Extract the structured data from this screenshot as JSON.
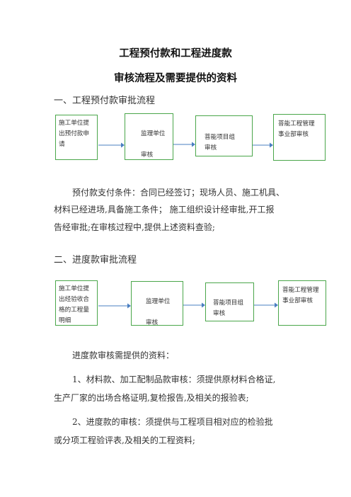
{
  "title": {
    "line1": "工程预付款和工程进度款",
    "line2": "审核流程及需要提供的资料"
  },
  "section1": {
    "heading": "一、工程预付款审批流程",
    "boxes": [
      "施工单位提出预付款申请",
      "监理单位\n\n审核",
      "菩能项目组\n审核",
      "菩能工程管理事业部审核"
    ],
    "paragraph": {
      "l1": "预付款支付条件：合同已经签订；现场人员、施工机具、",
      "l2": "材料已经进场,具备施工条件；  施工组织设计经审批,开工报",
      "l3": "告经审批;在审核过程中,提供上述资料查验;"
    }
  },
  "section2": {
    "heading": "二、进度款审批流程",
    "boxes": [
      "施工单位提出经验收合格的工程量明细",
      "监理单位\n\n审核",
      "菩能项目组\n审核",
      "菩能工程管理事业部审核"
    ],
    "intro": "进度款审核需提供的资料：",
    "item1": {
      "l1": "1、材料款、加工配制品款审核：须提供原材料合格证,",
      "l2": "生产厂家的出场合格证明,复检报告,及相关的报验表;"
    },
    "item2": {
      "l1": "2、进度款的审核：须提供与工程项目相对应的检验批",
      "l2": "或分项工程验评表,及相关的工程资料;"
    }
  },
  "colors": {
    "box_border": "#4aa64a",
    "arrow": "#4a7fc1",
    "text": "#333333"
  }
}
